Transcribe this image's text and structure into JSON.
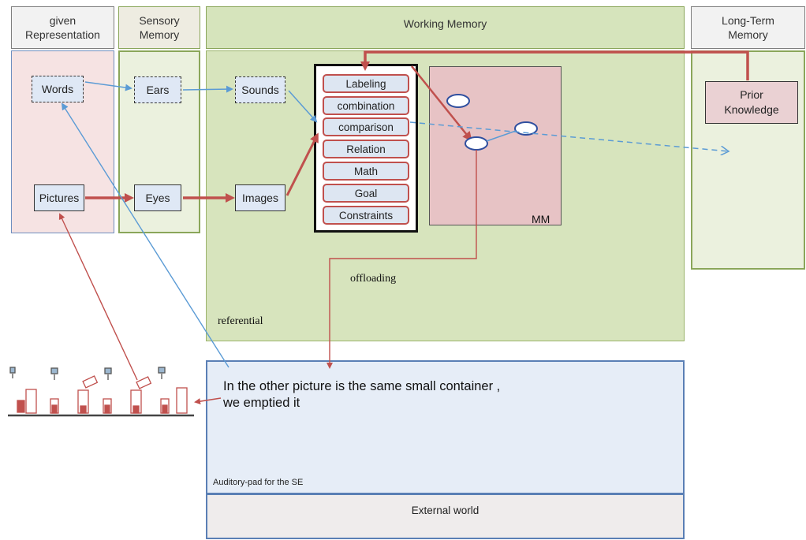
{
  "columns": {
    "given": "given\nRepresentation",
    "sensory": "Sensory\nMemory",
    "working": "Working Memory",
    "longterm": "Long-Term\nMemory"
  },
  "nodes": {
    "words": "Words",
    "pictures": "Pictures",
    "ears": "Ears",
    "eyes": "Eyes",
    "sounds": "Sounds",
    "images": "Images",
    "prior_knowledge": "Prior\nKnowledge"
  },
  "processes": [
    "Labeling",
    "combination",
    "comparison",
    "Relation",
    "Math",
    "Goal",
    "Constraints"
  ],
  "mm_label": "MM",
  "annotations": {
    "offloading": "offloading",
    "referential": "referential"
  },
  "auditory_pad": {
    "speech": "In the other picture is the same small container ,\n we emptied it",
    "label": "Auditory-pad for the SE"
  },
  "external_world": "External world",
  "colors": {
    "red_arrow": "#c0504d",
    "blue_arrow": "#5b9bd5",
    "green_border": "#8aa65a",
    "blue_border": "#6f8fbf",
    "working_fill": "#d6e4bc",
    "pink_fill": "#ead1d3"
  }
}
